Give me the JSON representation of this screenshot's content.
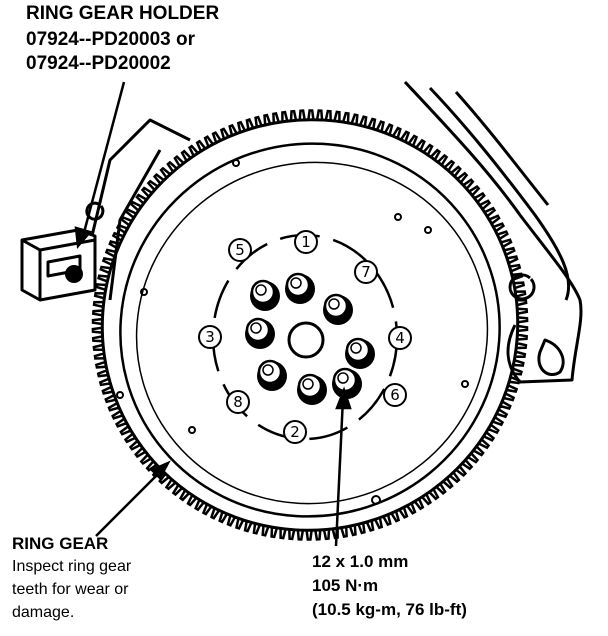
{
  "labels": {
    "holder_title": "RING GEAR HOLDER",
    "holder_part_1": "07924--PD20003 or",
    "holder_part_2": "07924--PD20002",
    "ring_gear_title": "RING GEAR",
    "ring_gear_note_1": "Inspect ring gear",
    "ring_gear_note_2": "teeth for wear or",
    "ring_gear_note_3": "damage.",
    "bolt_size": "12 x 1.0 mm",
    "bolt_torque": "105 N·m",
    "bolt_torque_alt": "(10.5 kg-m, 76 lb-ft)"
  },
  "tightening_sequence": [
    "1",
    "2",
    "3",
    "4",
    "5",
    "6",
    "7",
    "8"
  ],
  "colors": {
    "ink": "#000000",
    "paper": "#ffffff"
  }
}
